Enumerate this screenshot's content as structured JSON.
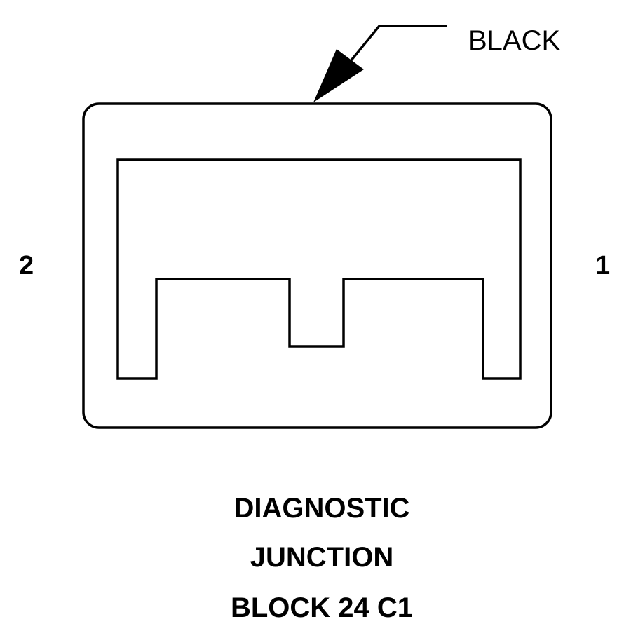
{
  "connector": {
    "wire_color_label": "BLACK",
    "pins": {
      "left": "2",
      "right": "1"
    }
  },
  "caption": {
    "line1": "DIAGNOSTIC",
    "line2": "JUNCTION",
    "line3": "BLOCK 24 C1"
  },
  "colors": {
    "stroke": "#000000",
    "background": "#ffffff"
  }
}
